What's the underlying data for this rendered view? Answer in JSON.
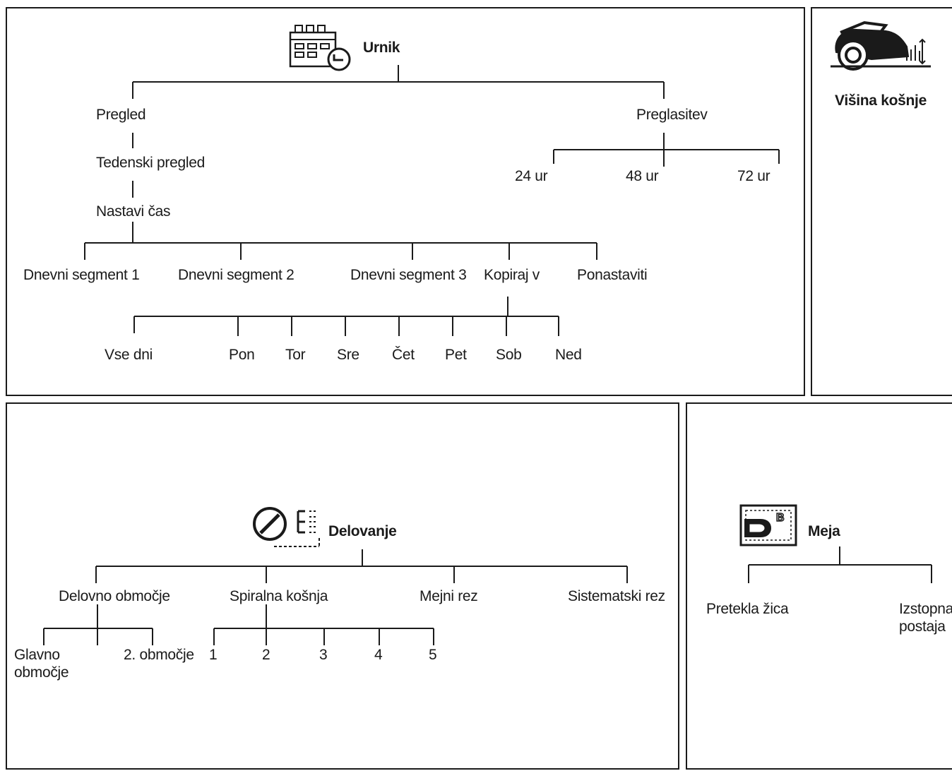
{
  "schedule": {
    "title": "Urnik",
    "icon": "calendar-clock-icon",
    "overview": "Pregled",
    "weekly_overview": "Tedenski pregled",
    "set_time": "Nastavi čas",
    "segments": [
      "Dnevni segment 1",
      "Dnevni segment 2",
      "Dnevni segment 3",
      "Kopiraj v",
      "Ponastaviti"
    ],
    "days": [
      "Vse dni",
      "Pon",
      "Tor",
      "Sre",
      "Čet",
      "Pet",
      "Sob",
      "Ned"
    ],
    "override": "Preglasitev",
    "override_options": [
      "24 ur",
      "48 ur",
      "72 ur"
    ]
  },
  "cutting_height": {
    "title": "Višina košnje",
    "icon": "mower-height-icon"
  },
  "operation": {
    "title": "Delovanje",
    "icon": "operation-icon",
    "items": [
      "Delovno območje",
      "Spiralna košnja",
      "Mejni rez",
      "Sistematski rez"
    ],
    "work_area_options": [
      "Glavno območje",
      "2. območje"
    ],
    "spiral_levels": [
      "1",
      "2",
      "3",
      "4",
      "5"
    ]
  },
  "boundary": {
    "title": "Meja",
    "icon": "boundary-wire-icon",
    "items": [
      "Pretekla žica",
      "Izstopna postaja"
    ]
  }
}
